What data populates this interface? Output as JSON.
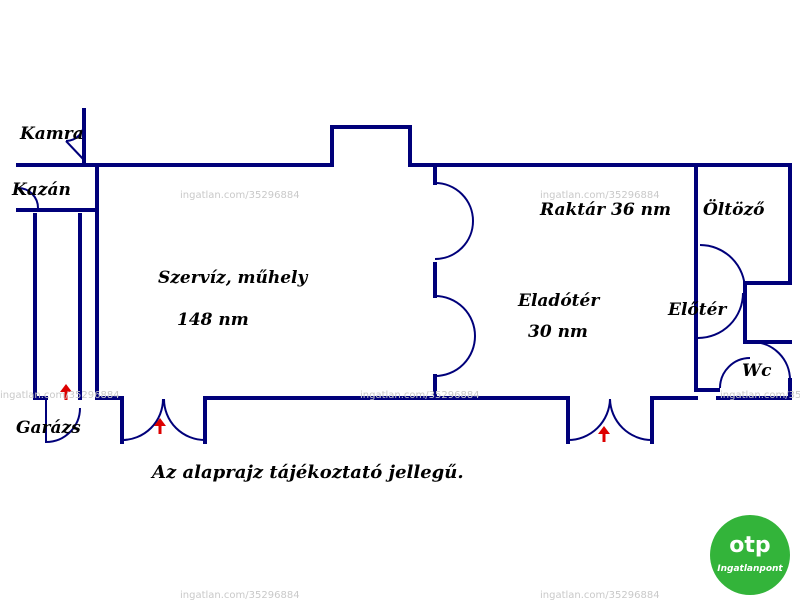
{
  "colors": {
    "wall": "#00007a",
    "door_arrow": "#dd0000",
    "label_text": "#000000",
    "watermark": "#c9c9c9",
    "logo_bg": "#33b43a",
    "logo_text": "#ffffff"
  },
  "rooms": [
    {
      "id": "kamra",
      "name": "Kamra"
    },
    {
      "id": "kazan",
      "name": "Kazán"
    },
    {
      "id": "garazs",
      "name": "Garázs"
    },
    {
      "id": "szerviz",
      "name": "Szervíz, műhely",
      "area": "148 nm"
    },
    {
      "id": "raktar",
      "name": "Raktár 36 nm"
    },
    {
      "id": "eladoter",
      "name": "Eladótér",
      "area": "30 nm"
    },
    {
      "id": "oltozo",
      "name": "Öltöző"
    },
    {
      "id": "eloter",
      "name": "Előtér"
    },
    {
      "id": "wc",
      "name": "Wc"
    }
  ],
  "note": "Az alaprajz tájékoztató jellegű.",
  "watermark_text": "ingatlan.com/35296884",
  "logo": {
    "icon": "otp-logo-icon",
    "brand": "otp",
    "sub": "Ingatlanpont"
  }
}
